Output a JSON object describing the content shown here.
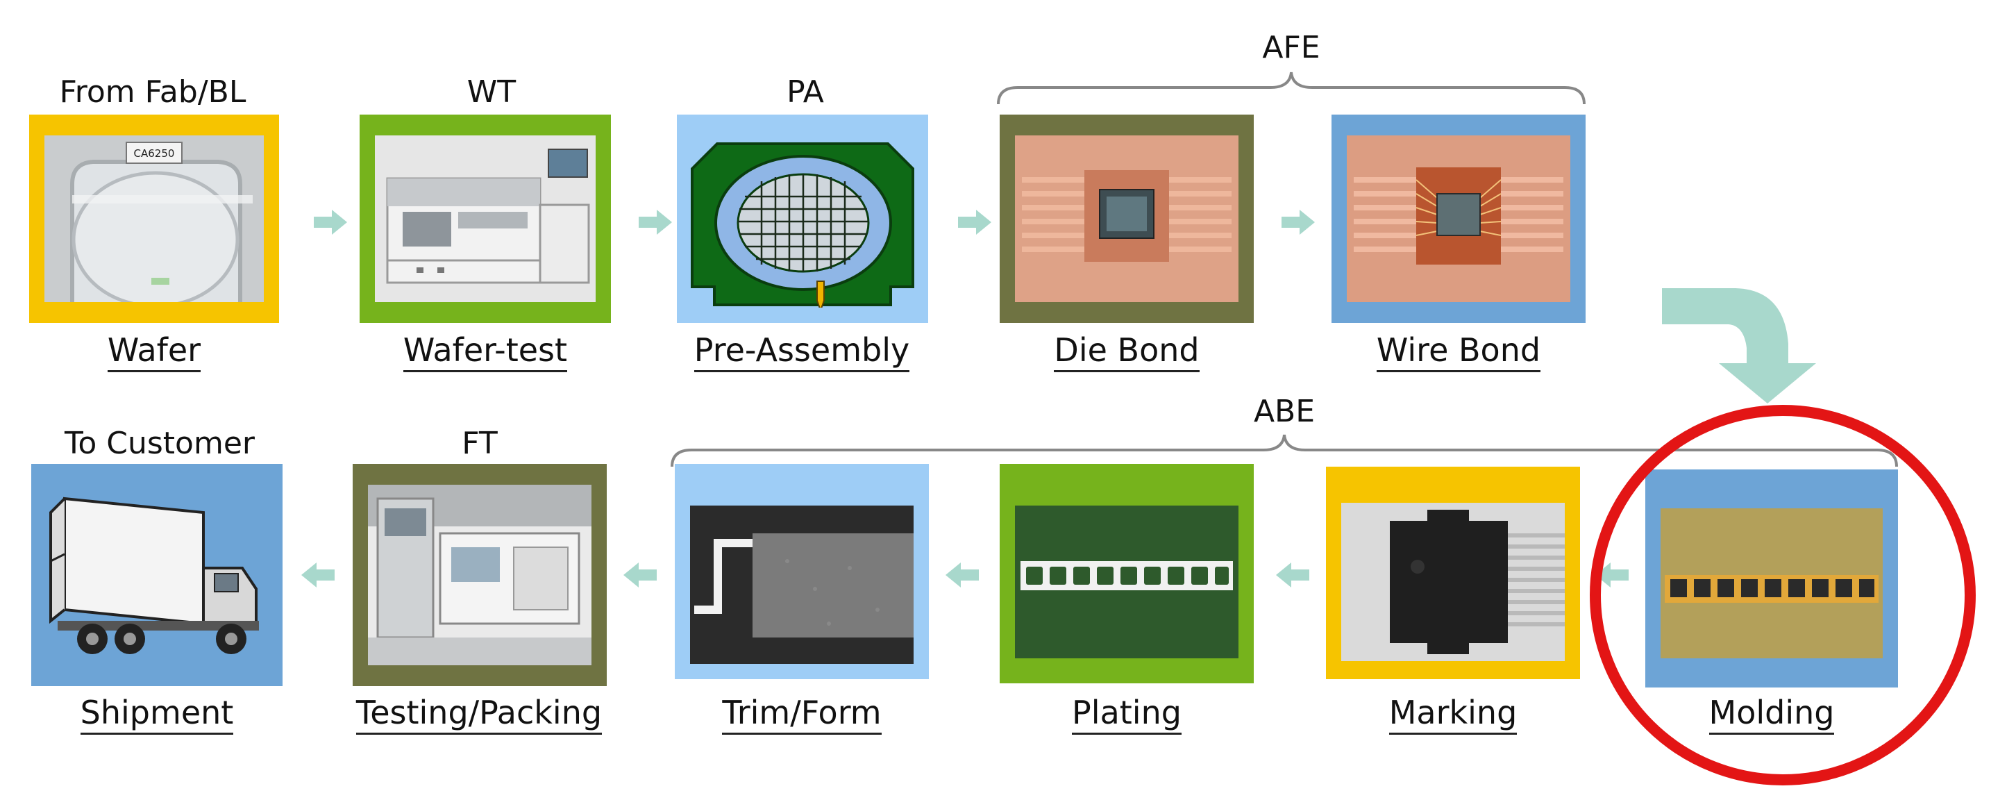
{
  "top_row": [
    {
      "top_label": "From Fab/BL",
      "bottom_label": "Wafer",
      "frame_color": "#f6c400"
    },
    {
      "top_label": "WT",
      "bottom_label": "Wafer-test",
      "frame_color": "#76b31c"
    },
    {
      "top_label": "PA",
      "bottom_label": "Pre-Assembly",
      "frame_color": "#9ecdf6"
    },
    {
      "top_label": "",
      "bottom_label": "Die Bond",
      "frame_color": "#6f7342"
    },
    {
      "top_label": "",
      "bottom_label": "Wire Bond",
      "frame_color": "#6da4d6"
    }
  ],
  "bottom_row": [
    {
      "top_label": "To Customer",
      "bottom_label": "Shipment",
      "frame_color": "#6da4d6"
    },
    {
      "top_label": "FT",
      "bottom_label": "Testing/Packing",
      "frame_color": "#6f7342"
    },
    {
      "top_label": "",
      "bottom_label": "Trim/Form",
      "frame_color": "#9ecdf6"
    },
    {
      "top_label": "",
      "bottom_label": "Plating",
      "frame_color": "#76b31c"
    },
    {
      "top_label": "",
      "bottom_label": "Marking",
      "frame_color": "#f6c400"
    },
    {
      "top_label": "",
      "bottom_label": "Molding",
      "frame_color": "#6da4d6"
    }
  ],
  "groups": {
    "afe": "AFE",
    "abe": "ABE"
  },
  "wafer_tag": "CA6250",
  "colors": {
    "arrow": "#a8d8cc",
    "highlight": "#e31515",
    "bracket": "#888888"
  }
}
